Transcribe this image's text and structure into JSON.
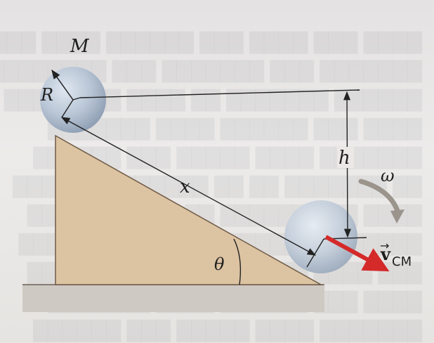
{
  "figure": {
    "labels": {
      "mass": "M",
      "radius": "R",
      "distance": "x",
      "height": "h",
      "angular_velocity": "ω",
      "angle": "θ",
      "velocity_symbol": "v",
      "velocity_arrow_accent": "→",
      "velocity_subscript": "CM"
    },
    "icons": {
      "ball": "sphere",
      "rotation": "curved-arrow",
      "velocity": "straight-arrow"
    },
    "colors": {
      "ball": "#b7c4d4",
      "incline": "#dcc3a2",
      "floor": "#cfc9c4",
      "velocity_arrow": "#d42a2a",
      "rotation_arrow": "#9a948c",
      "lines": "#222222"
    }
  }
}
